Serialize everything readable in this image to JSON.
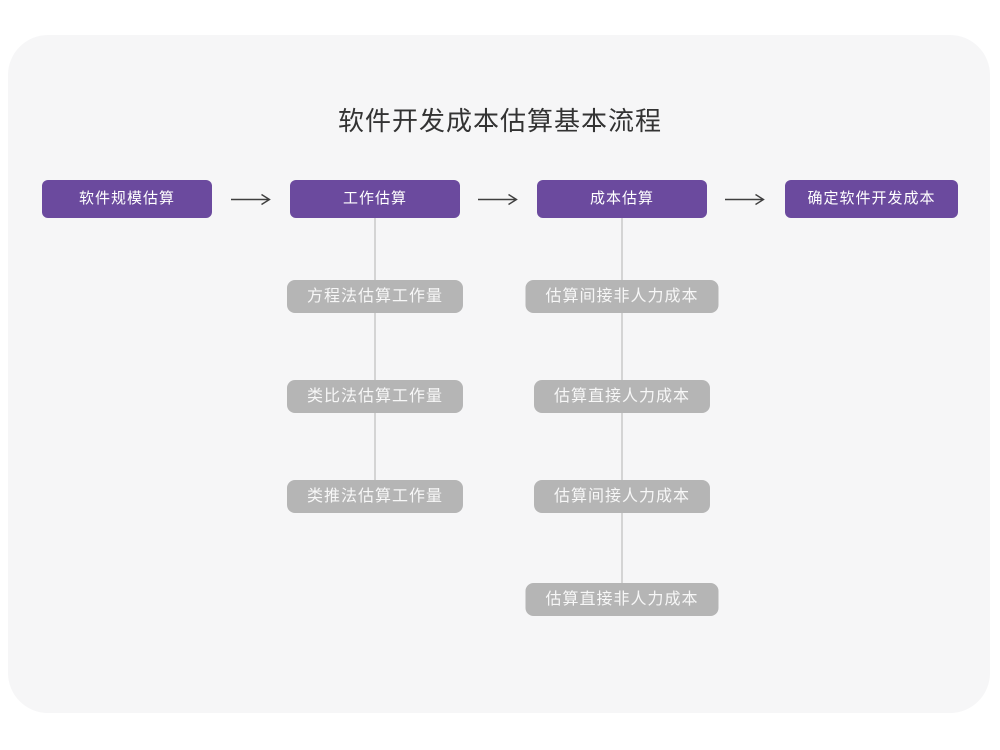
{
  "title": "软件开发成本估算基本流程",
  "colors": {
    "page_background": "#ffffff",
    "card_background": "#f6f6f7",
    "stage_background": "#6b4a9e",
    "stage_text": "#ffffff",
    "substep_background": "#b5b5b5",
    "substep_text": "#f7f7f7",
    "arrow": "#3f3f3f",
    "connector_line": "#d4d4d4",
    "title_text": "#333333"
  },
  "flow": {
    "stages": [
      {
        "label": "软件规模估算"
      },
      {
        "label": "工作估算"
      },
      {
        "label": "成本估算"
      },
      {
        "label": "确定软件开发成本"
      }
    ]
  },
  "work_estimation_substeps": [
    "方程法估算工作量",
    "类比法估算工作量",
    "类推法估算工作量"
  ],
  "cost_estimation_substeps": [
    "估算间接非人力成本",
    "估算直接人力成本",
    "估算间接人力成本",
    "估算直接非人力成本"
  ],
  "icons": {
    "flow_arrow": "right-arrow"
  }
}
